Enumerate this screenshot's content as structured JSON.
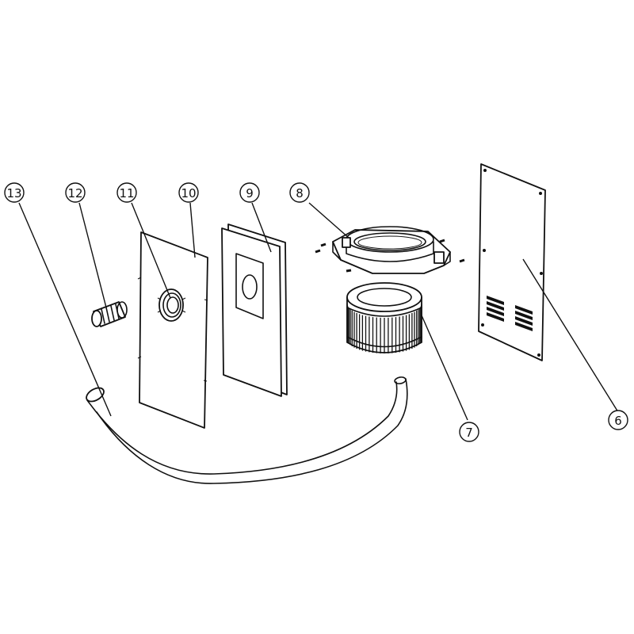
{
  "callouts": [
    {
      "id": "13",
      "label": "13"
    },
    {
      "id": "12",
      "label": "12"
    },
    {
      "id": "11",
      "label": "11"
    },
    {
      "id": "10",
      "label": "10"
    },
    {
      "id": "9",
      "label": "9"
    },
    {
      "id": "8",
      "label": "8"
    },
    {
      "id": "7",
      "label": "7"
    },
    {
      "id": "6",
      "label": "6"
    }
  ]
}
